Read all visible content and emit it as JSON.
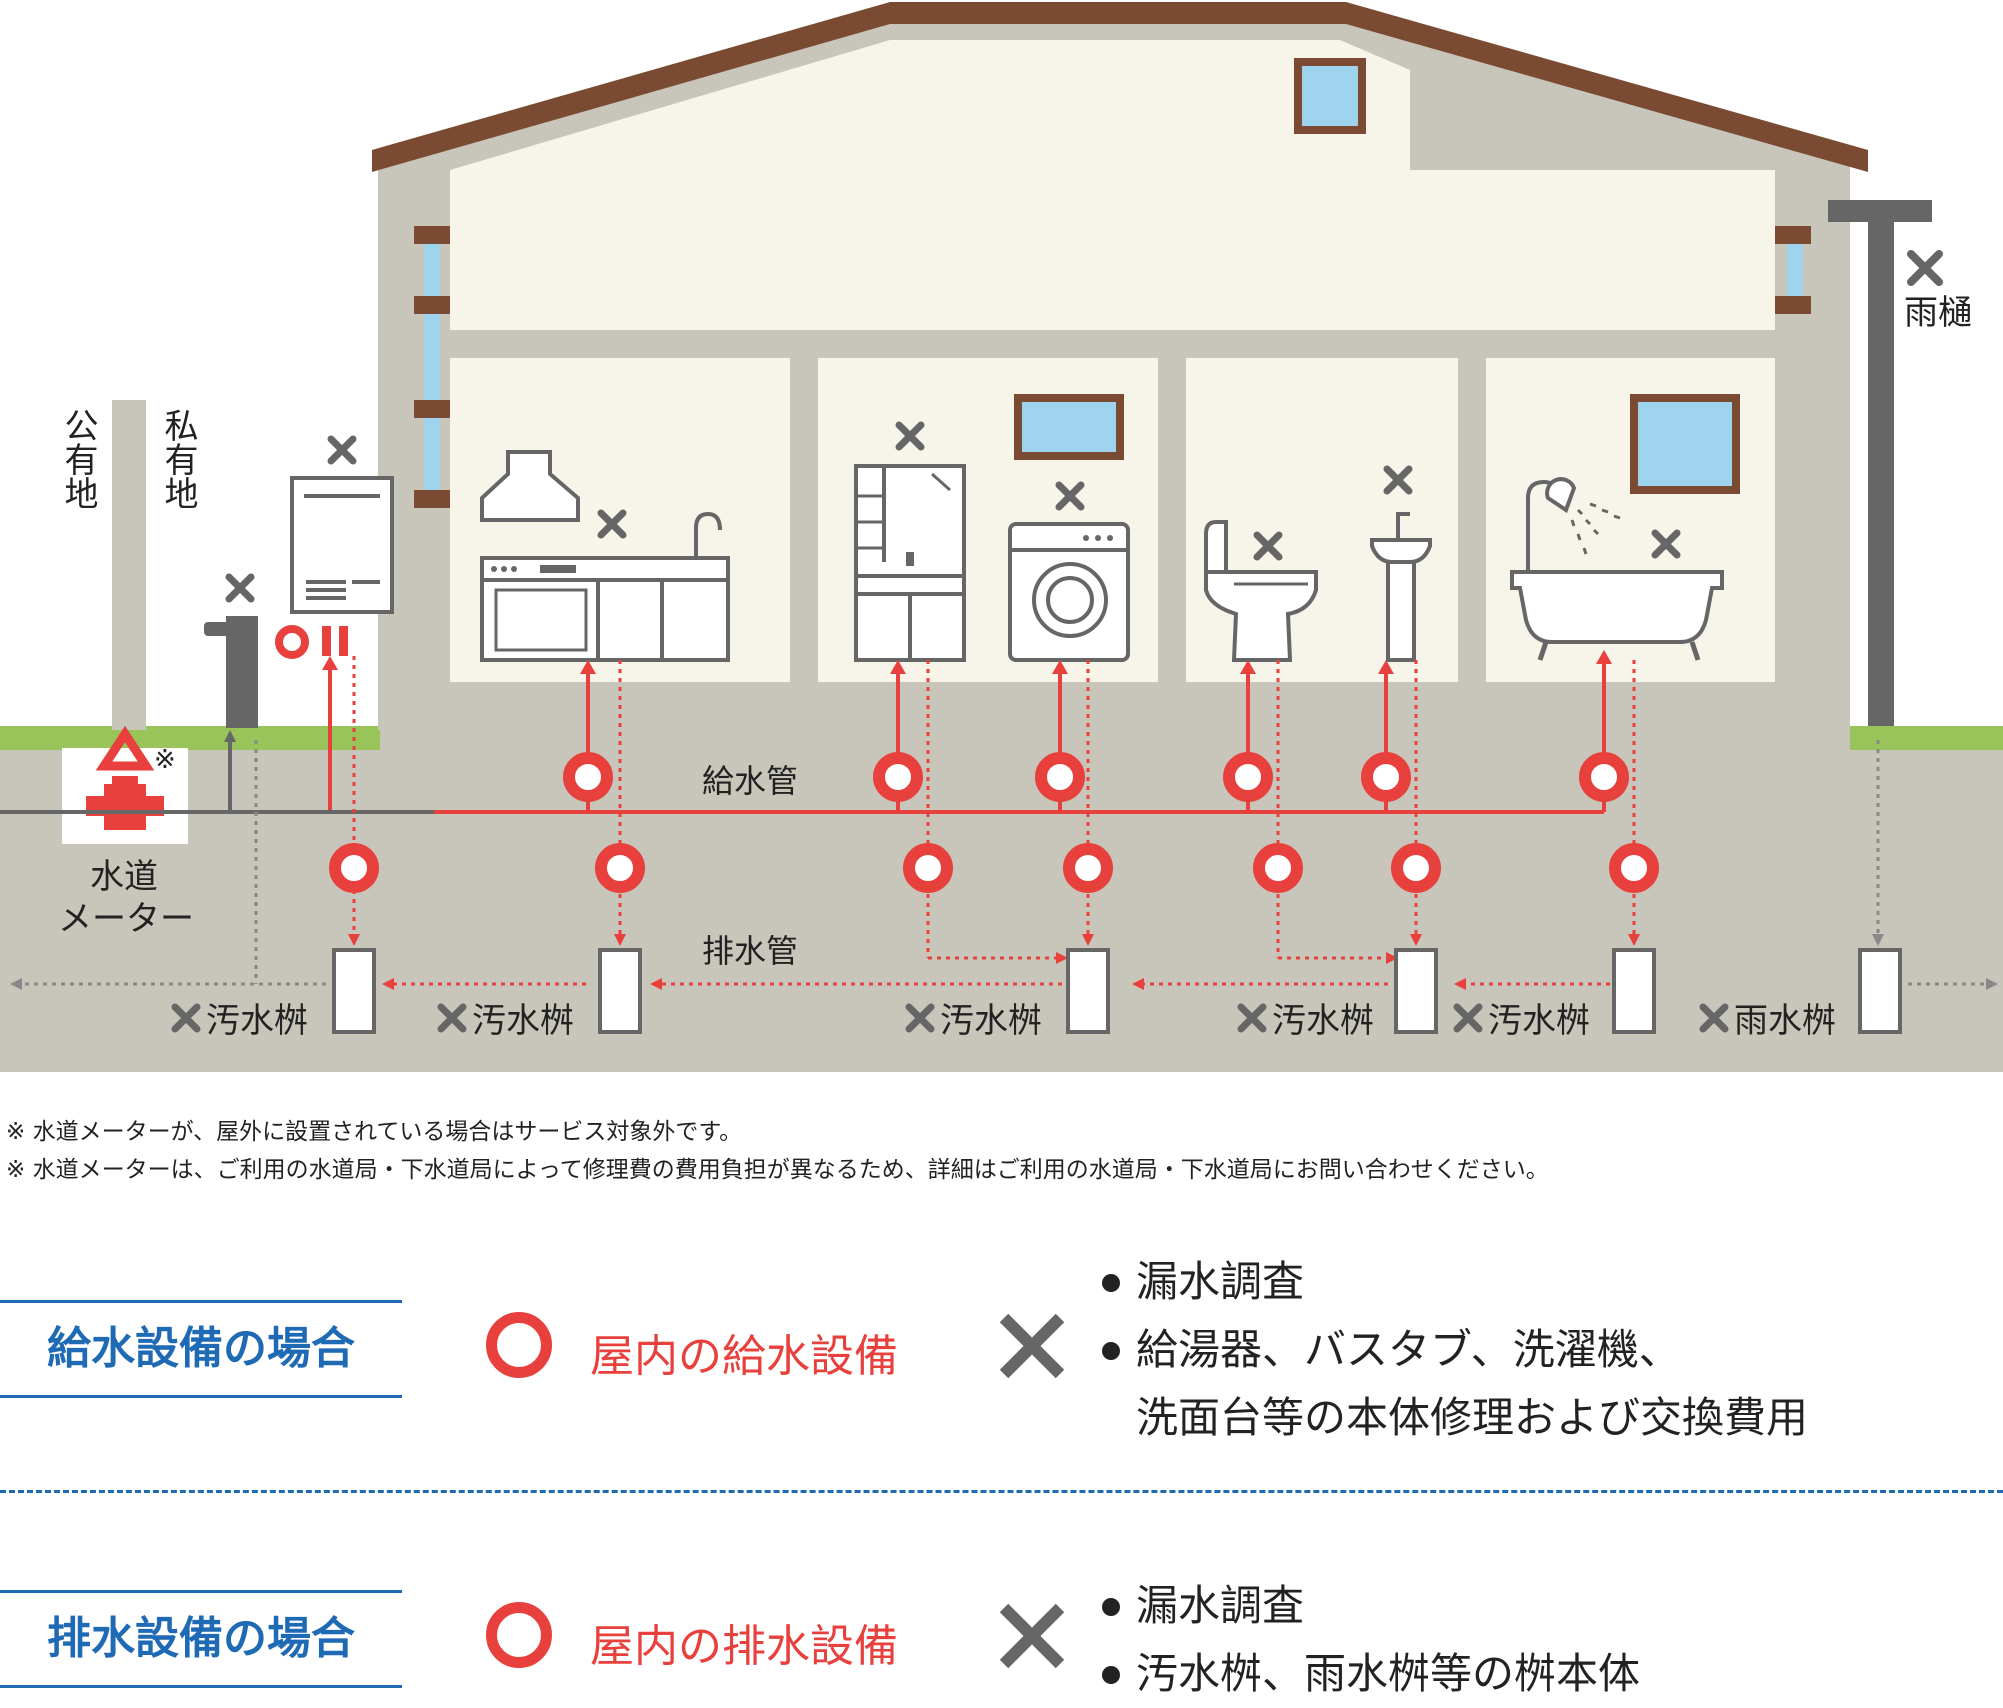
{
  "labels": {
    "public_land": "公有地",
    "private_land": "私有地",
    "water_meter_line1": "水道",
    "water_meter_line2": "メーター",
    "meter_mark": "※",
    "supply_pipe": "給水管",
    "drain_pipe": "排水管",
    "rain_gutter": "雨樋",
    "sewage_basin": "汚水桝",
    "rain_basin": "雨水桝"
  },
  "notes": [
    "※ 水道メーターが、屋外に設置されている場合はサービス対象外です。",
    "※ 水道メーターは、ご利用の水道局・下水道局によって修理費の費用負担が異なるため、詳細はご利用の水道局・下水道局にお問い合わせください。"
  ],
  "legend": {
    "supply": {
      "title": "給水設備の場合",
      "covered": "屋内の給水設備",
      "excluded": [
        "漏水調査",
        "給湯器、バスタブ、洗濯機、",
        "洗面台等の本体修理および交換費用"
      ]
    },
    "drain": {
      "title": "排水設備の場合",
      "covered": "屋内の排水設備",
      "excluded": [
        "漏水調査",
        "汚水桝、雨水桝等の桝本体"
      ]
    }
  },
  "colors": {
    "red": "#e8403c",
    "blue": "#1f6ab4",
    "ground": "#c8c6bb",
    "grass": "#99c459",
    "wall": "#f7f4e9",
    "roof": "#7b4a32",
    "window": "#9fd4ee",
    "grey_mark": "#666666"
  },
  "icons": [
    "water-heater-icon",
    "faucet-icon",
    "range-hood-icon",
    "kitchen-icon",
    "vanity-icon",
    "washing-machine-icon",
    "toilet-icon",
    "sink-icon",
    "bathtub-icon",
    "shower-icon",
    "water-meter-icon"
  ]
}
